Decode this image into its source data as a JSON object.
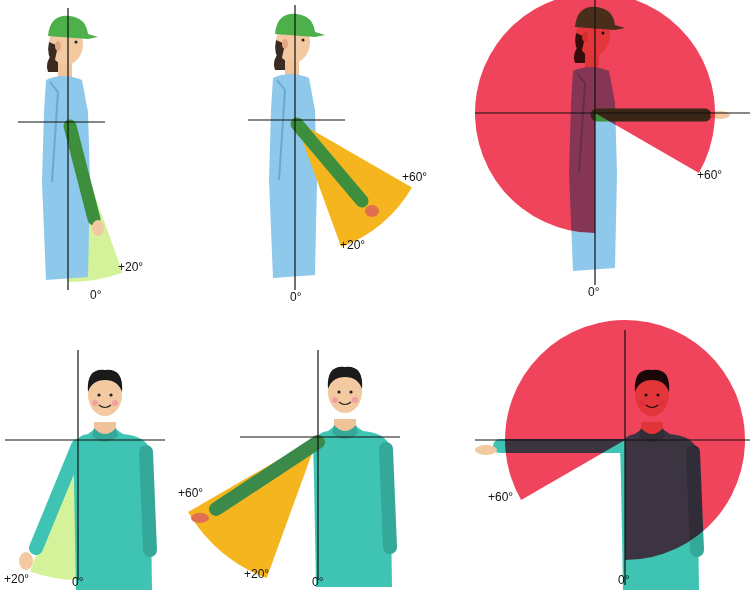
{
  "diagram": {
    "labels": [
      "+20°",
      "0°",
      "+60°",
      "+20°",
      "0°",
      "+60°",
      "0°",
      "+20°",
      "0°",
      "+60°",
      "+20°",
      "0°",
      "+60°",
      "0°"
    ]
  }
}
